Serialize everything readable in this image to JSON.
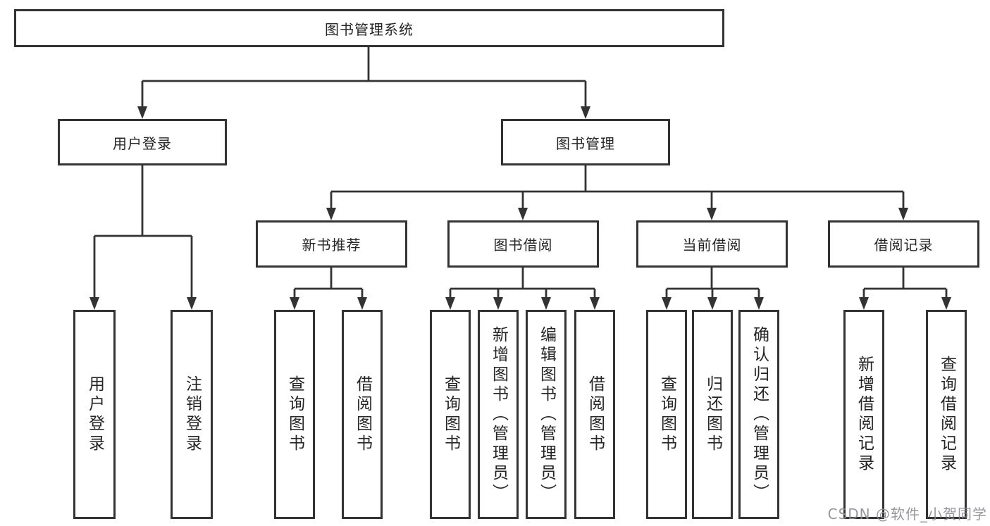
{
  "diagram": {
    "root": {
      "label": "图书管理系统"
    },
    "branches": [
      {
        "label": "用户登录",
        "children": [
          {
            "label": "用户登录"
          },
          {
            "label": "注销登录"
          }
        ]
      },
      {
        "label": "图书管理",
        "children": [
          {
            "label": "新书推荐",
            "children": [
              {
                "label": "查询图书"
              },
              {
                "label": "借阅图书"
              }
            ]
          },
          {
            "label": "图书借阅",
            "children": [
              {
                "label": "查询图书"
              },
              {
                "label": "新增图书（管理员）"
              },
              {
                "label": "编辑图书（管理员）"
              },
              {
                "label": "借阅图书"
              }
            ]
          },
          {
            "label": "当前借阅",
            "children": [
              {
                "label": "查询图书"
              },
              {
                "label": "归还图书"
              },
              {
                "label": "确认归还（管理员）"
              }
            ]
          },
          {
            "label": "借阅记录",
            "children": [
              {
                "label": "新增借阅记录"
              },
              {
                "label": "查询借阅记录"
              }
            ]
          }
        ]
      }
    ]
  },
  "watermark": {
    "text": "CSDN @软件_小贺同学"
  },
  "colors": {
    "line": "#333333",
    "box_border": "#333333",
    "box_fill": "#ffffff",
    "text": "#252525",
    "watermark": "#8c8c92",
    "background": "#ffffff"
  }
}
